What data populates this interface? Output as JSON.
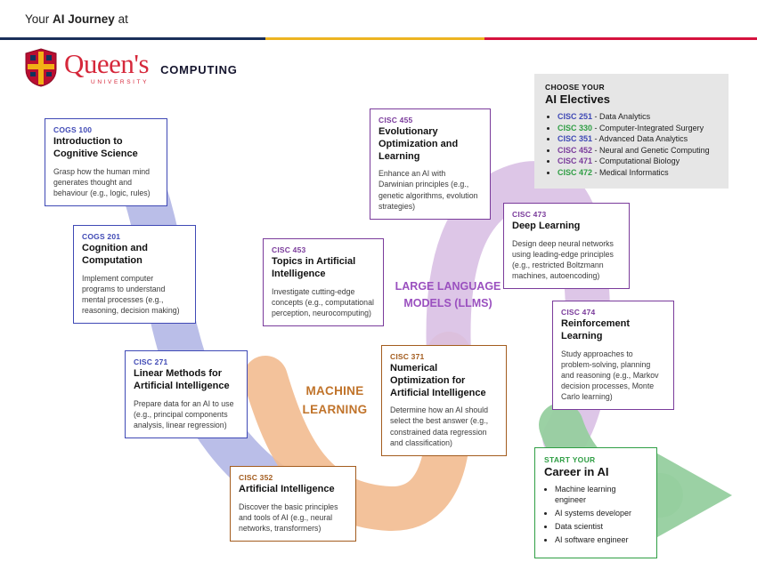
{
  "header": {
    "prefix": "Your ",
    "emphasis": "AI Journey",
    "suffix": " at"
  },
  "brand": {
    "wordmark": "Queen's",
    "university": "UNIVERSITY",
    "department": "COMPUTING"
  },
  "flow_labels": {
    "ml_line1": "MACHINE",
    "ml_line2": "LEARNING",
    "llm_line1": "LARGE LANGUAGE",
    "llm_line2": "MODELS (LLMS)"
  },
  "courses": [
    {
      "code": "COGS 100",
      "title": "Introduction to Cognitive Science",
      "body": "Grasp how the human mind generates thought and behaviour (e.g., logic, rules)",
      "theme": "blue"
    },
    {
      "code": "COGS 201",
      "title": "Cognition and Computation",
      "body": "Implement computer programs to understand mental processes (e.g., reasoning, decision making)",
      "theme": "blue"
    },
    {
      "code": "CISC 271",
      "title": "Linear Methods for Artificial Intelligence",
      "body": "Prepare data for an AI to use (e.g., principal components analysis, linear regression)",
      "theme": "blue"
    },
    {
      "code": "CISC 352",
      "title": "Artificial Intelligence",
      "body": "Discover the basic principles and tools of AI (e.g., neural networks, transformers)",
      "theme": "orange"
    },
    {
      "code": "CISC 453",
      "title": "Topics in Artificial Intelligence",
      "body": "Investigate cutting-edge concepts (e.g., computational perception, neurocomputing)",
      "theme": "purple"
    },
    {
      "code": "CISC 455",
      "title": "Evolutionary Optimization and Learning",
      "body": "Enhance an AI with Darwinian principles (e.g., genetic algorithms, evolution strategies)",
      "theme": "purple"
    },
    {
      "code": "CISC 371",
      "title": "Numerical Optimization for Artificial Intelligence",
      "body": "Determine how an AI should select the best answer (e.g., constrained data regression and classification)",
      "theme": "orange"
    },
    {
      "code": "CISC 473",
      "title": "Deep Learning",
      "body": "Design deep neural networks using leading-edge principles (e.g., restricted Boltzmann machines, autoencoding)",
      "theme": "purple"
    },
    {
      "code": "CISC 474",
      "title": "Reinforcement Learning",
      "body": "Study approaches to problem-solving, planning and reasoning (e.g., Markov decision processes, Monte Carlo learning)",
      "theme": "purple"
    }
  ],
  "electives": {
    "kicker": "CHOOSE YOUR",
    "title": "AI Electives",
    "items": [
      {
        "code": "CISC 251",
        "name": "- Data Analytics",
        "code_style": "color:#3f49b5"
      },
      {
        "code": "CISC 330",
        "name": "- Computer-Integrated Surgery",
        "code_style": "color:#2f9e44"
      },
      {
        "code": "CISC 351",
        "name": "- Advanced Data Analytics",
        "code_style": "color:#3f49b5"
      },
      {
        "code": "CISC 452",
        "name": "- Neural and Genetic Computing",
        "code_style": "color:#7a3b9b"
      },
      {
        "code": "CISC 471",
        "name": "- Computational Biology",
        "code_style": "color:#7a3b9b"
      },
      {
        "code": "CISC 472",
        "name": "- Medical Informatics",
        "code_style": "color:#2f9e44"
      }
    ]
  },
  "career": {
    "kicker": "START YOUR",
    "title": "Career in AI",
    "items": [
      "Machine learning engineer",
      "AI systems developer",
      "Data scientist",
      "AI software engineer"
    ]
  },
  "palette": {
    "course_blue": "#3f49b5",
    "course_orange": "#a35c1e",
    "course_purple": "#7a3b9b",
    "career_green": "#2f9e44",
    "flow_blue": "#aeb3e4",
    "flow_orange": "#f2bb90",
    "flow_purple": "#d9c0e4",
    "flow_green": "#96cf9f",
    "bar_blue": "#1a2f5a",
    "bar_gold": "#edb421",
    "bar_red": "#d6123e",
    "wordmark_red": "#d6283b"
  }
}
